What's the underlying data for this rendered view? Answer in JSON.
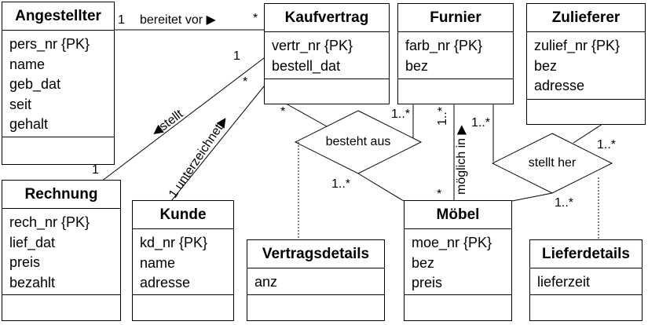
{
  "classes": [
    {
      "name": "Angestellter",
      "attributes": [
        "pers_nr {PK}",
        "name",
        "geb_dat",
        "seit",
        "gehalt"
      ]
    },
    {
      "name": "Kaufvertrag",
      "attributes": [
        "vertr_nr {PK}",
        "bestell_dat"
      ]
    },
    {
      "name": "Furnier",
      "attributes": [
        "farb_nr {PK}",
        "bez"
      ]
    },
    {
      "name": "Zulieferer",
      "attributes": [
        "zulief_nr {PK}",
        "bez",
        "adresse"
      ]
    },
    {
      "name": "Rechnung",
      "attributes": [
        "rech_nr {PK}",
        "lief_dat",
        "preis",
        "bezahlt"
      ]
    },
    {
      "name": "Kunde",
      "attributes": [
        "kd_nr {PK}",
        "name",
        "adresse"
      ]
    },
    {
      "name": "Vertragsdetails",
      "attributes": [
        "anz"
      ]
    },
    {
      "name": "Möbel",
      "attributes": [
        "moe_nr {PK}",
        "bez",
        "preis"
      ]
    },
    {
      "name": "Lieferdetails",
      "attributes": [
        "lieferzeit"
      ]
    }
  ],
  "associations": {
    "bereitet_vor": {
      "label": "bereitet vor ▶",
      "mult_a": "1",
      "mult_b": "*"
    },
    "stellt": {
      "label": "◀stellt",
      "mult_a": "1",
      "mult_b": "1"
    },
    "unterzeichnet": {
      "label": "1 unterzeichnet▶",
      "mult_b": "*"
    },
    "moeglich_in": {
      "label": "möglich in ▶",
      "mult_a": "1..*",
      "mult_b": "*"
    }
  },
  "ternary": {
    "besteht_aus": {
      "label": "besteht aus",
      "mult_kaufvertrag": "*",
      "mult_furnier": "1..*",
      "mult_moebel": "1..*"
    },
    "stellt_her": {
      "label": "stellt her",
      "mult_furnier": "1..*",
      "mult_zulieferer": "1..*",
      "mult_moebel": "1..*"
    }
  }
}
